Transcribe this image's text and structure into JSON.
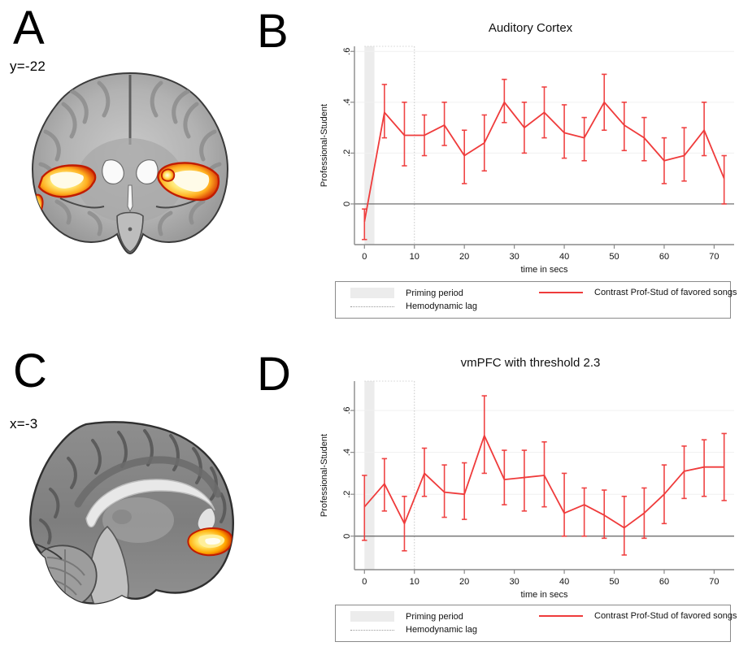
{
  "figure": {
    "panels": [
      {
        "letter": "A",
        "kind": "brain-slice",
        "coord_label": "y=-22",
        "view": "coronal"
      },
      {
        "letter": "B",
        "kind": "chart"
      },
      {
        "letter": "C",
        "kind": "brain-slice",
        "coord_label": "x=-3",
        "view": "sagittal"
      },
      {
        "letter": "D",
        "kind": "chart"
      }
    ]
  },
  "legend": {
    "priming_period": "Priming period",
    "hemodynamic_lag": "Hemodynamic lag",
    "contrast_series": "Contrast Prof-Stud of favored songs",
    "line_color": "#ef3b3b",
    "shade_color": "#ececec"
  },
  "chart_data": [
    {
      "panel": "B",
      "type": "line",
      "title": "Auditory Cortex",
      "xlabel": "time in secs",
      "ylabel": "Professional-Student",
      "xlim": [
        -2,
        74
      ],
      "ylim": [
        -0.16,
        0.62
      ],
      "xticks": [
        0,
        10,
        20,
        30,
        40,
        50,
        60,
        70
      ],
      "yticks": [
        0,
        0.2,
        0.4,
        0.6
      ],
      "ytick_labels": [
        "0",
        ".2",
        ".4",
        ".6"
      ],
      "grid": true,
      "legend_position": "below",
      "zero_line": 0,
      "priming_period": [
        0,
        2
      ],
      "hemodynamic_lag": 10,
      "series": [
        {
          "name": "Contrast Prof-Stud of favored songs",
          "color": "#ef3b3b",
          "x": [
            0,
            4,
            8,
            12,
            16,
            20,
            24,
            28,
            32,
            36,
            40,
            44,
            48,
            52,
            56,
            60,
            64,
            68,
            72
          ],
          "values": [
            -0.07,
            0.36,
            0.27,
            0.27,
            0.31,
            0.19,
            0.24,
            0.4,
            0.3,
            0.36,
            0.28,
            0.26,
            0.4,
            0.31,
            0.26,
            0.17,
            0.19,
            0.29,
            0.1
          ],
          "err_low": [
            -0.14,
            0.26,
            0.15,
            0.19,
            0.23,
            0.08,
            0.13,
            0.32,
            0.2,
            0.26,
            0.18,
            0.17,
            0.29,
            0.21,
            0.17,
            0.08,
            0.09,
            0.19,
            0.0
          ],
          "err_high": [
            -0.02,
            0.47,
            0.4,
            0.35,
            0.4,
            0.29,
            0.35,
            0.49,
            0.4,
            0.46,
            0.39,
            0.34,
            0.51,
            0.4,
            0.34,
            0.26,
            0.3,
            0.4,
            0.19
          ]
        }
      ]
    },
    {
      "panel": "D",
      "type": "line",
      "title": "vmPFC with threshold 2.3",
      "xlabel": "time in secs",
      "ylabel": "Professional-Student",
      "xlim": [
        -2,
        74
      ],
      "ylim": [
        -0.16,
        0.74
      ],
      "xticks": [
        0,
        10,
        20,
        30,
        40,
        50,
        60,
        70
      ],
      "yticks": [
        0,
        0.2,
        0.4,
        0.6
      ],
      "ytick_labels": [
        "0",
        ".2",
        ".4",
        ".6"
      ],
      "grid": true,
      "legend_position": "below",
      "zero_line": 0,
      "priming_period": [
        0,
        2
      ],
      "hemodynamic_lag": 10,
      "series": [
        {
          "name": "Contrast Prof-Stud of favored songs",
          "color": "#ef3b3b",
          "x": [
            0,
            4,
            8,
            12,
            16,
            20,
            24,
            28,
            32,
            36,
            40,
            44,
            48,
            52,
            56,
            60,
            64,
            68,
            72
          ],
          "values": [
            0.14,
            0.25,
            0.06,
            0.3,
            0.21,
            0.2,
            0.48,
            0.27,
            0.28,
            0.29,
            0.11,
            0.15,
            0.1,
            0.04,
            0.11,
            0.2,
            0.31,
            0.33,
            0.33
          ],
          "err_low": [
            -0.02,
            0.12,
            -0.07,
            0.19,
            0.09,
            0.08,
            0.3,
            0.15,
            0.12,
            0.14,
            0.0,
            0.0,
            -0.01,
            -0.09,
            -0.01,
            0.06,
            0.18,
            0.19,
            0.17
          ],
          "err_high": [
            0.29,
            0.37,
            0.19,
            0.42,
            0.34,
            0.35,
            0.67,
            0.41,
            0.41,
            0.45,
            0.3,
            0.23,
            0.22,
            0.19,
            0.23,
            0.34,
            0.43,
            0.46,
            0.49
          ]
        }
      ]
    }
  ]
}
